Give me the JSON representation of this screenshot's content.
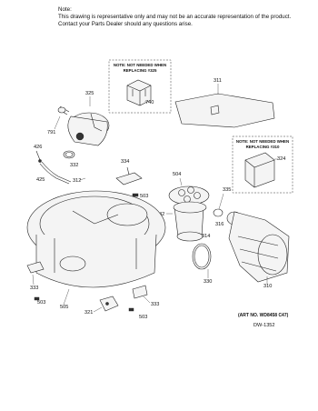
{
  "note": {
    "heading": "Note:",
    "line1": "This drawing is representative only and may not be an accurate representation of the product.",
    "line2": "Contact your Parts Dealer should any questions arise."
  },
  "boxes": [
    {
      "line1": "NOTE: NOT NEEDED WHEN",
      "line2": "REPLACING #325"
    },
    {
      "line1": "NOTE: NOT NEEDED WHEN",
      "line2": "REPLACING #310"
    }
  ],
  "labels": {
    "p325": "325",
    "p740": "740",
    "p311": "311",
    "p791": "791",
    "p426": "426",
    "p332": "332",
    "p425": "425",
    "p334": "334",
    "p312": "312",
    "p503a": "503",
    "p504": "504",
    "p335": "335",
    "p42": "42",
    "p324": "324",
    "p316": "316",
    "p314": "314",
    "p330": "330",
    "p310": "310",
    "p333a": "333",
    "p503b": "503",
    "p505": "505",
    "p333b": "333",
    "p321": "321",
    "p503c": "503"
  },
  "art_no": "(ART NO. WD8458 C47)",
  "drawing_id": "DW-1352"
}
